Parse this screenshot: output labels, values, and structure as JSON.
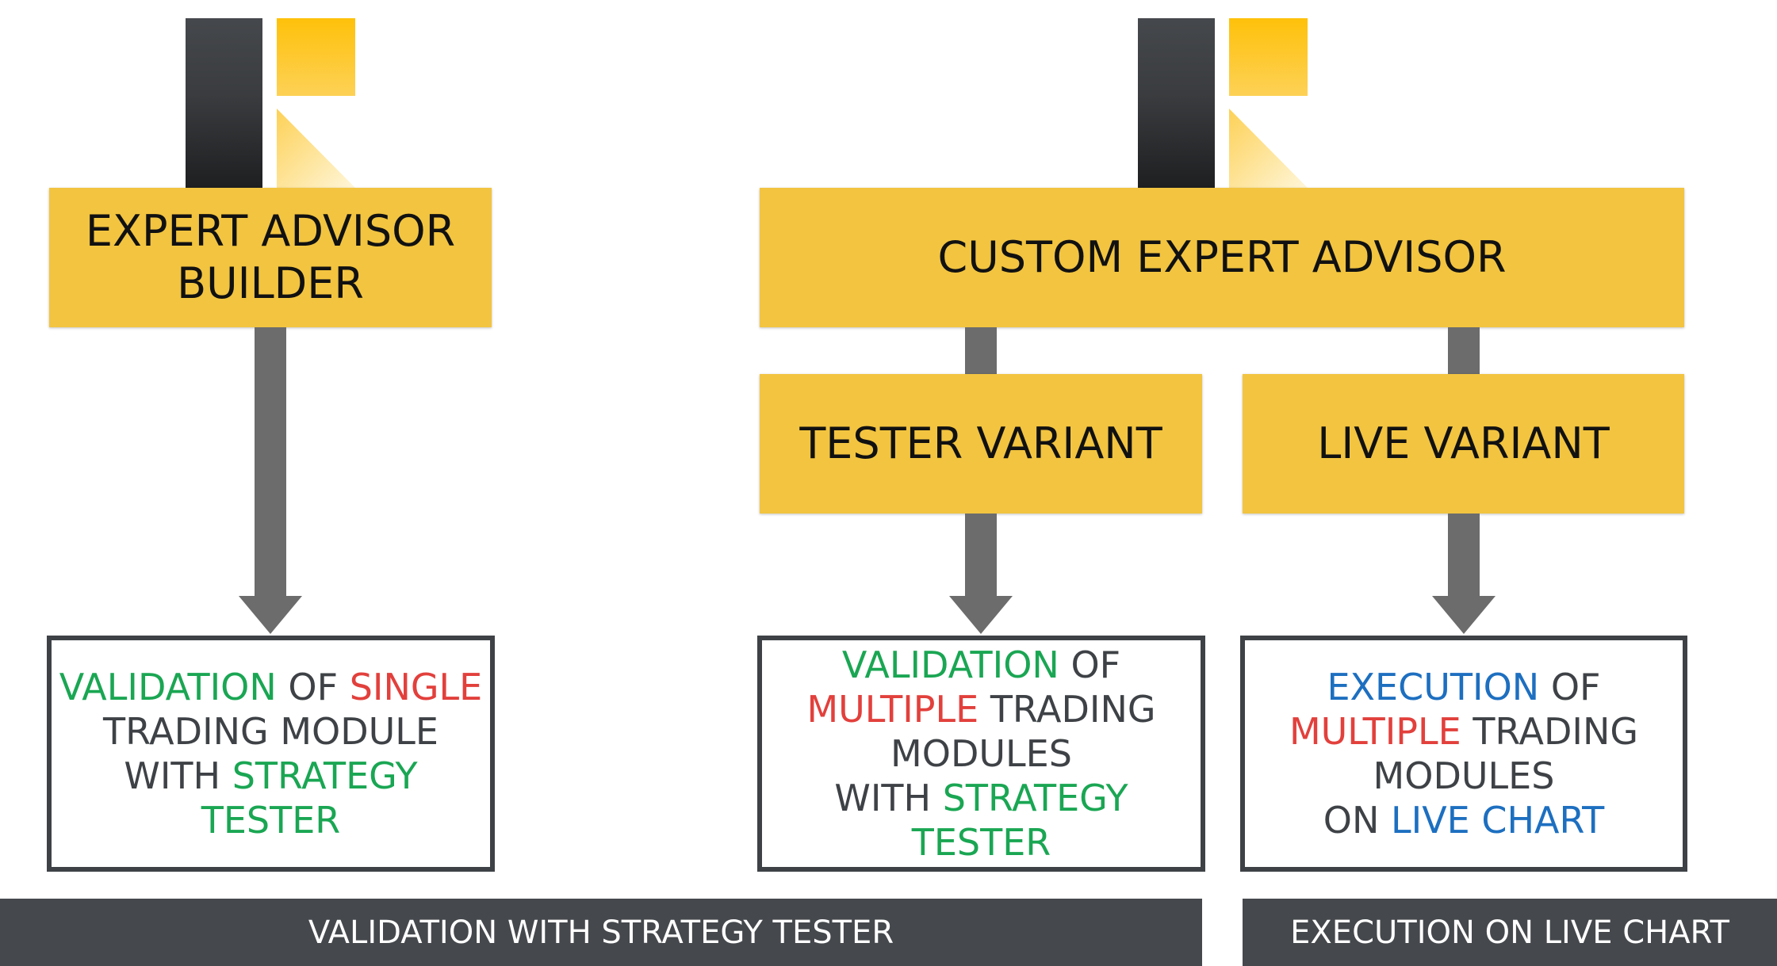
{
  "colors": {
    "box_fill": "#f2c440",
    "arrow": "#6c6c6c",
    "dark": "#45484c",
    "green": "#1aa653",
    "red": "#e2403c",
    "blue": "#1d6fc0"
  },
  "left": {
    "box_line1": "EXPERT ADVISOR",
    "box_line2": "BUILDER",
    "outcome": {
      "l1a": "VALIDATION",
      "l1b": " OF ",
      "l1c": "SINGLE",
      "l2": "TRADING MODULE",
      "l3a": "WITH ",
      "l3b": "STRATEGY TESTER"
    }
  },
  "right": {
    "box_title": "CUSTOM EXPERT ADVISOR",
    "tester_variant": "TESTER VARIANT",
    "live_variant": "LIVE VARIANT",
    "tester_outcome": {
      "l1a": "VALIDATION",
      "l1b": " OF",
      "l2a": "MULTIPLE",
      "l2b": " TRADING",
      "l3": "MODULES",
      "l4a": "WITH ",
      "l4b": "STRATEGY TESTER"
    },
    "live_outcome": {
      "l1a": "EXECUTION",
      "l1b": " OF",
      "l2a": "MULTIPLE",
      "l2b": " TRADING",
      "l3": "MODULES",
      "l4a": "ON ",
      "l4b": "LIVE CHART"
    }
  },
  "bottom": {
    "validation_bar": "VALIDATION WITH STRATEGY TESTER",
    "execution_bar": "EXECUTION ON LIVE CHART"
  },
  "icons": [
    "logo-icon"
  ]
}
